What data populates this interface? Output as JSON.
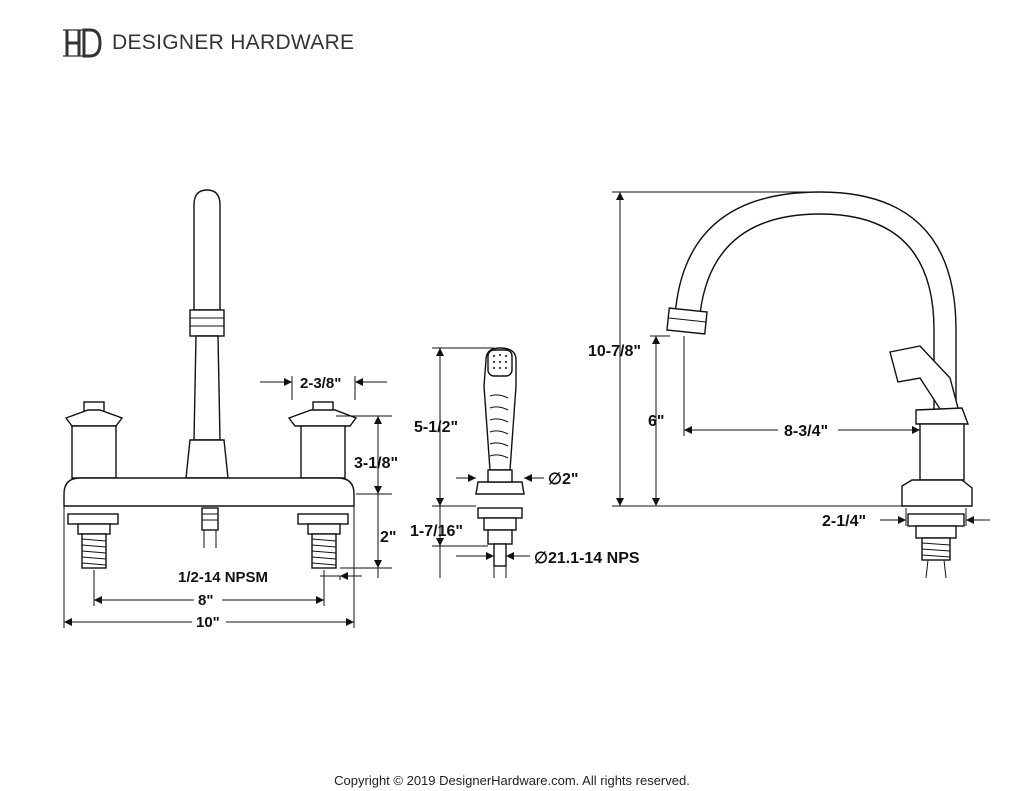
{
  "brand": {
    "name": "DESIGNER HARDWARE",
    "logo_letters": "HD"
  },
  "dimensions": {
    "front": {
      "handle_width": "2-3/8\"",
      "handle_height": "3-1/8\"",
      "shank_length": "2\"",
      "thread": "1/2-14 NPSM",
      "center_spacing": "8\"",
      "overall_width": "10\""
    },
    "sprayer": {
      "height": "5-1/2\"",
      "diameter": "∅2\"",
      "shank_length": "1-7/16\"",
      "thread": "∅21.1-14 NPS"
    },
    "side": {
      "overall_height": "10-7/8\"",
      "spout_clearance": "6\"",
      "spout_reach": "8-3/4\"",
      "base_depth": "2-1/4\""
    }
  },
  "footer": {
    "copyright": "Copyright © 2019 DesignerHardware.com. All rights reserved."
  }
}
